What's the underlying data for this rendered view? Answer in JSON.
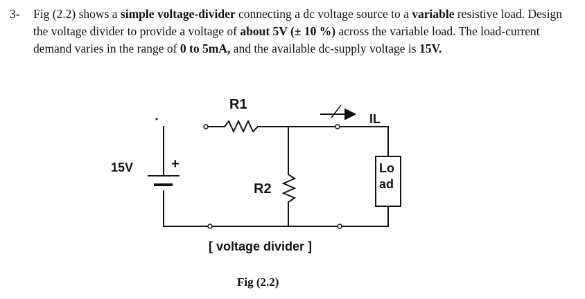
{
  "problem": {
    "number": "3-",
    "parts": [
      {
        "text": "Fig (2.2) shows a ",
        "bold": false
      },
      {
        "text": "simple voltage-divider",
        "bold": true
      },
      {
        "text": " connecting a dc voltage source to a ",
        "bold": false
      },
      {
        "text": "variable",
        "bold": true
      },
      {
        "text": " resistive load. Design the voltage divider to provide a voltage of ",
        "bold": false
      },
      {
        "text": "about 5V (± 10 %)",
        "bold": true
      },
      {
        "text": " across the variable load. The load-current demand varies in the range of ",
        "bold": false
      },
      {
        "text": "0 to 5mA,",
        "bold": true
      },
      {
        "text": " and the available dc-supply voltage is ",
        "bold": false
      },
      {
        "text": "15V.",
        "bold": true
      }
    ]
  },
  "figure": {
    "r1_label": "R1",
    "r2_label": "R2",
    "source_label": "15V",
    "plus_sign": "+",
    "current_label": "IL",
    "load_label_line1": "Lo",
    "load_label_line2": "ad",
    "divider_caption": "[ voltage divider ]",
    "figure_caption": "Fig (2.2)"
  }
}
